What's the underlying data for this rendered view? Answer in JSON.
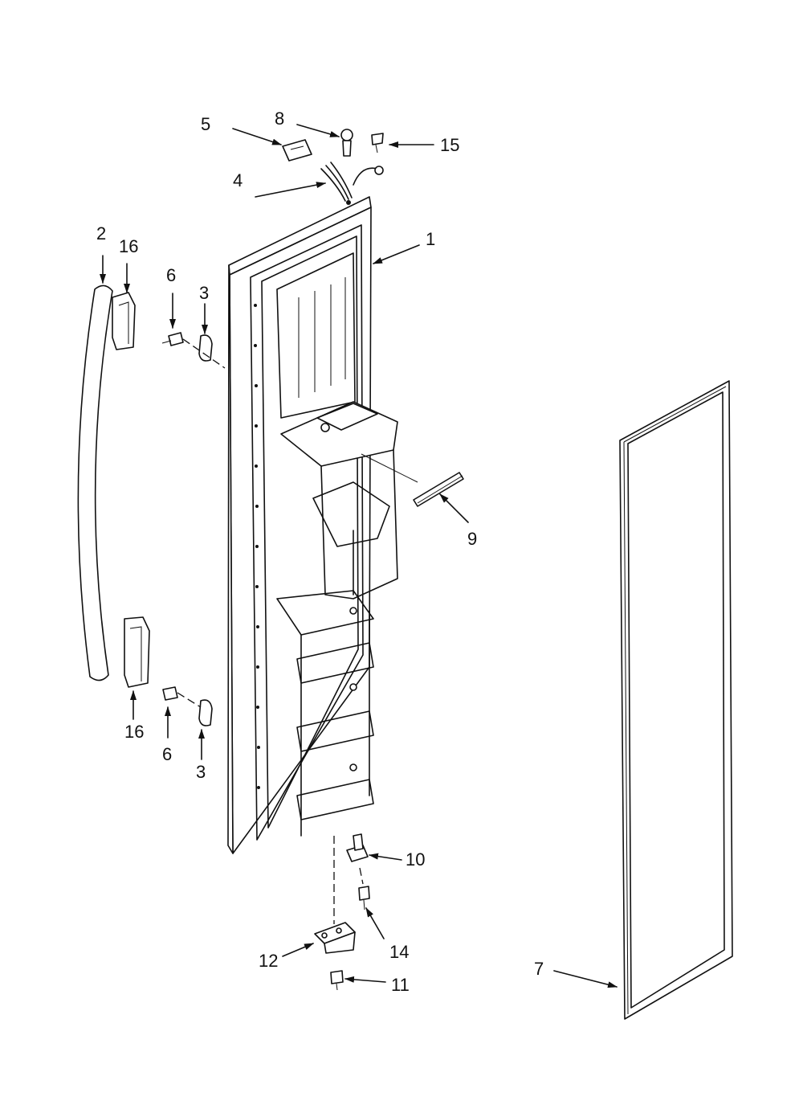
{
  "callouts": {
    "c1": "1",
    "c2": "2",
    "c3_top": "3",
    "c3_bottom": "3",
    "c4": "4",
    "c5": "5",
    "c6_top": "6",
    "c6_bottom": "6",
    "c7": "7",
    "c8": "8",
    "c9": "9",
    "c10": "10",
    "c11": "11",
    "c12": "12",
    "c14": "14",
    "c15": "15",
    "c16_top": "16",
    "c16_bottom": "16"
  }
}
